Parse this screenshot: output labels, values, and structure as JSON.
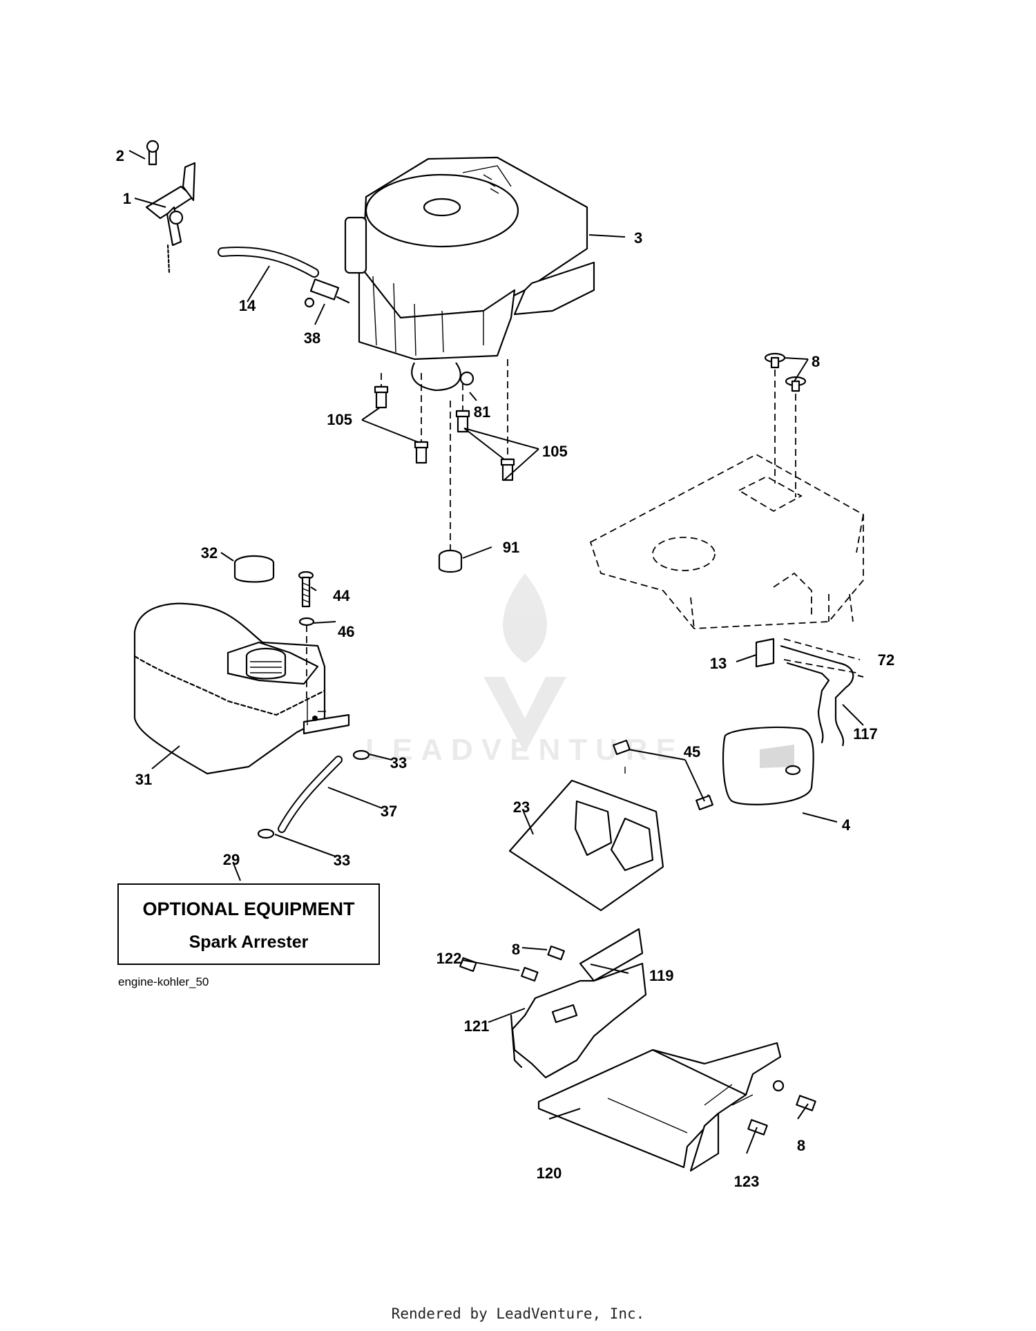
{
  "callouts": [
    "2",
    "1",
    "14",
    "38",
    "3",
    "105",
    "81",
    "105",
    "91",
    "8",
    "32",
    "44",
    "46",
    "13",
    "72",
    "117",
    "31",
    "33",
    "37",
    "33",
    "45",
    "23",
    "4",
    "29",
    "8",
    "122",
    "119",
    "121",
    "120",
    "123",
    "8"
  ],
  "optional_box": {
    "title": "OPTIONAL EQUIPMENT",
    "subtitle": "Spark Arrester"
  },
  "figure_id": "engine-kohler_50",
  "footer": "Rendered by LeadVenture, Inc.",
  "watermark": "LEADVENTURE"
}
